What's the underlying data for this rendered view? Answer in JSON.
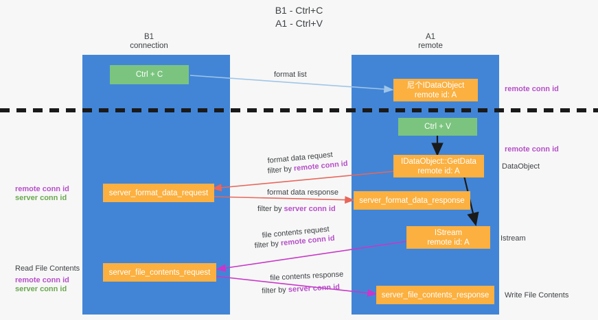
{
  "title": {
    "line1": "B1 - Ctrl+C",
    "line2": "A1 - Ctrl+V"
  },
  "lanes": [
    {
      "name": "b1",
      "title": "B1",
      "subtitle": "connection"
    },
    {
      "name": "a1",
      "title": "A1",
      "subtitle": "remote"
    }
  ],
  "nodes": {
    "ctrl_c": {
      "line1": "Ctrl + C",
      "line2": ""
    },
    "idataobject": {
      "line1": "尼个IDataObject",
      "line2": "remote id: A"
    },
    "ctrl_v": {
      "line1": "Ctrl + V",
      "line2": ""
    },
    "getdata": {
      "line1": "IDataObject::GetData",
      "line2": "remote id: A"
    },
    "fmt_req": {
      "line1": "server_format_data_request",
      "line2": ""
    },
    "fmt_resp": {
      "line1": "server_format_data_response",
      "line2": ""
    },
    "istream": {
      "line1": "IStream",
      "line2": "remote id: A"
    },
    "file_req": {
      "line1": "server_file_contents_request",
      "line2": ""
    },
    "file_resp": {
      "line1": "server_file_contents_response",
      "line2": ""
    }
  },
  "annotations": {
    "format_list": "format list",
    "format_data_request": "format data request",
    "filter_by": "filter by ",
    "remote_conn_id": "remote conn id",
    "server_conn_id": "server conn id",
    "format_data_response": "format data response",
    "file_contents_request": "file contents request",
    "file_contents_response": "file contents response"
  },
  "side_labels": {
    "right_remote_conn_top": "remote conn id",
    "right_remote_conn_mid": "remote conn id",
    "dataobject": "DataObject",
    "istream": "Istream",
    "write_file_contents": "Write File Contents",
    "read_file_contents": "Read File Contents",
    "left_remote_conn": "remote conn id",
    "left_server_conn": "server conn id",
    "left2_remote_conn": "remote conn id",
    "left2_server_conn": "server conn id"
  },
  "colors": {
    "lane": "#4285d6",
    "orange": "#fbb040",
    "green": "#7bc47f",
    "purple": "#b650c8",
    "green_text": "#6aa84f",
    "arrow_blue": "#9fc5e8",
    "arrow_red": "#e8665a",
    "arrow_magenta": "#c936c9",
    "arrow_black": "#1a1a1a",
    "background": "#f7f7f7"
  }
}
